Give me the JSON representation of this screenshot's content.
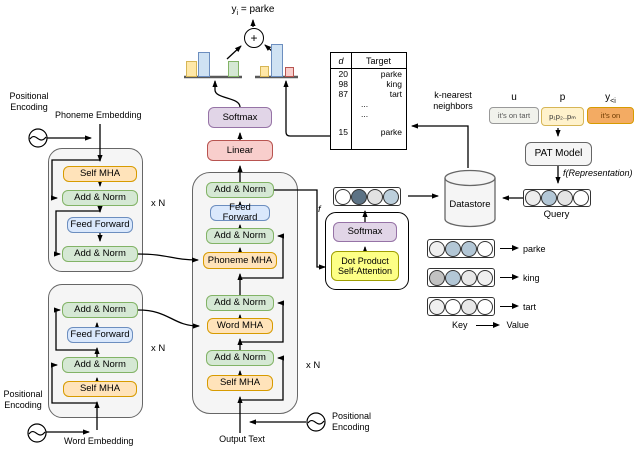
{
  "output": {
    "base": "y",
    "sub": "i",
    "rest": " = parke",
    "plus": "+"
  },
  "decoder_stack": {
    "softmax": "Softmax",
    "linear": "Linear",
    "repeat": "x N",
    "layers": [
      "Add & Norm",
      "Feed Forward",
      "Add & Norm",
      "Phoneme MHA",
      "Add & Norm",
      "Word MHA",
      "Add & Norm",
      "Self MHA"
    ],
    "input_label": "Output Text",
    "positional_label": "Positional Encoding"
  },
  "phoneme_encoder": {
    "repeat": "x N",
    "layers": [
      "Self MHA",
      "Add & Norm",
      "Feed Forward",
      "Add & Norm"
    ],
    "embedding_label": "Phoneme Embedding",
    "positional_label": "Positional Encoding"
  },
  "word_encoder": {
    "repeat": "x N",
    "layers": [
      "Add & Norm",
      "Feed Forward",
      "Add & Norm",
      "Self MHA"
    ],
    "embedding_label": "Word Embedding",
    "positional_label": "Positional Encoding"
  },
  "knn": {
    "neighbors_label": "k-nearest neighbors",
    "table": {
      "col_d": "d",
      "col_target": "Target",
      "rows": [
        {
          "d": "20",
          "t": "parke"
        },
        {
          "d": "98",
          "t": "king"
        },
        {
          "d": "87",
          "t": "tart"
        },
        {
          "d": "",
          "t": "..."
        },
        {
          "d": "",
          "t": "..."
        },
        {
          "d": "15",
          "t": "parke"
        }
      ]
    }
  },
  "retrieval": {
    "datastore": "Datastore",
    "query_label": "Query",
    "f_label": "f",
    "softmax": "Softmax",
    "attention": "Dot Product Self-Attention",
    "representation_label": "f(Representation)",
    "pat_model": "PAT Model"
  },
  "inputs": {
    "u_label": "u",
    "u_text": "it's on tart",
    "p_label": "p",
    "p_text": "p₁p₂..pₘ",
    "y_base": "y",
    "y_sub": "<i",
    "y_text": "it's on"
  },
  "legend": {
    "key": "Key",
    "value": "Value",
    "rows": [
      {
        "label": "parke",
        "circles": [
          "#f0f0f0",
          "#b3c7d6",
          "#b3c7d6",
          "#ffffff"
        ]
      },
      {
        "label": "king",
        "circles": [
          "#c2c2c2",
          "#b3c7d6",
          "#e8e8e8",
          "#f0f0f0"
        ]
      },
      {
        "label": "tart",
        "circles": [
          "#f0f0f0",
          "#ffffff",
          "#e8e8e8",
          "#ffffff"
        ]
      }
    ]
  },
  "vectors": {
    "f_row": [
      "#ffffff",
      "#5d7385",
      "#e2e2e2",
      "#bccfdc"
    ],
    "query": [
      "#ededed",
      "#b3c7d6",
      "#e4e4e4",
      "#ffffff"
    ]
  },
  "charts": {
    "model_dist": {
      "bars": [
        {
          "x": 2,
          "w": 11,
          "h": 16,
          "color": "#ffe8a8",
          "border": "#d6b656",
          "dotted": true
        },
        {
          "x": 14,
          "w": 12,
          "h": 25,
          "color": "#cfe2f3",
          "border": "#6c8ebf",
          "dotted": false
        },
        {
          "x": 44,
          "w": 11,
          "h": 16,
          "color": "#d5e8d4",
          "border": "#82b366",
          "dotted": false
        }
      ]
    },
    "knn_dist": {
      "bars": [
        {
          "x": 3,
          "w": 9,
          "h": 11,
          "color": "#ffe8a8",
          "border": "#d6b656",
          "dotted": true
        },
        {
          "x": 14,
          "w": 12,
          "h": 33,
          "color": "#cfe2f3",
          "border": "#6c8ebf",
          "dotted": false
        },
        {
          "x": 28,
          "w": 9,
          "h": 10,
          "color": "#f8cecc",
          "border": "#b85450",
          "dotted": true
        }
      ]
    }
  },
  "colors": {
    "add_norm": "#d5e8d4",
    "mha": "#ffe3ba",
    "feed_forward": "#dae8fc",
    "softmax": "#e1d5e7",
    "linear": "#f8cecc",
    "attention_yellow": "#fdff86",
    "container_gray": "#f5f5f5",
    "p_box": "#fff2cc",
    "y_box": "#f3ab63"
  }
}
